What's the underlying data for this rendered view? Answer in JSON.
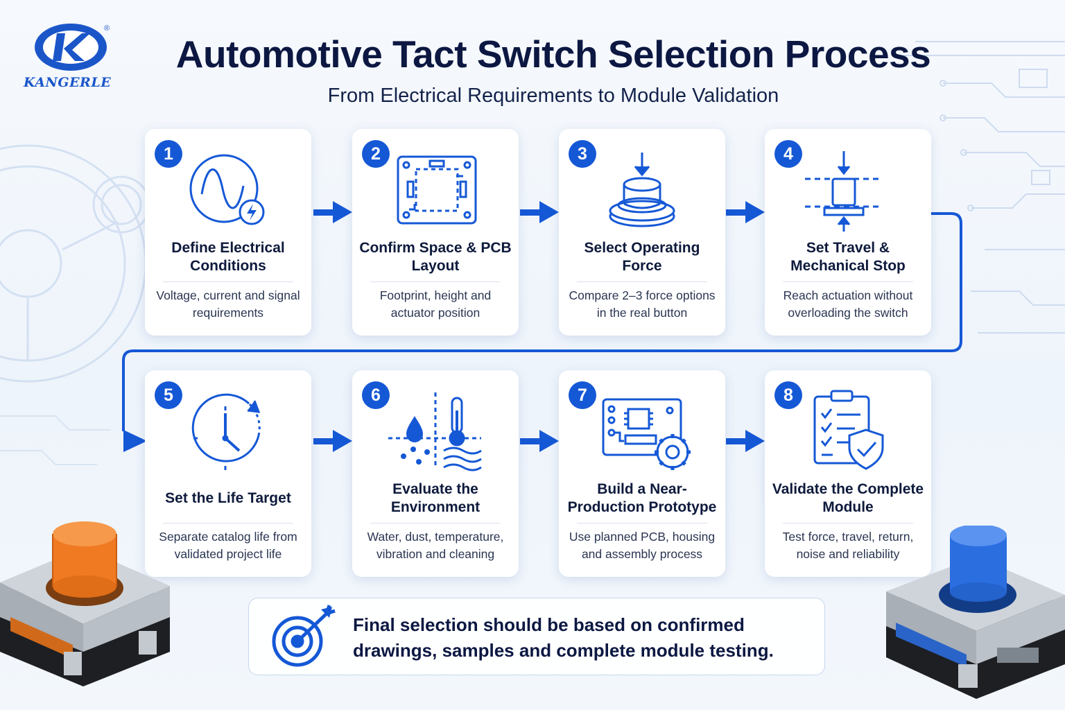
{
  "brand": {
    "name": "KANGERLE",
    "logo_mark": "KL monogram",
    "registered_mark": "®",
    "color": "#1b56c9"
  },
  "header": {
    "title": "Automotive Tact Switch Selection Process",
    "subtitle": "From Electrical Requirements to Module Validation"
  },
  "colors": {
    "accent": "#1558d6",
    "title": "#0c1842",
    "card": "#ffffff",
    "orange_cap": "#f07a22",
    "blue_cap": "#2a6ee0"
  },
  "steps": [
    {
      "number": "1",
      "title": "Define Electrical Conditions",
      "description": "Voltage, current and signal requirements",
      "icon": "sine-wave-lightning-icon"
    },
    {
      "number": "2",
      "title": "Confirm Space & PCB Layout",
      "description": "Footprint, height and actuator position",
      "icon": "pcb-layout-icon"
    },
    {
      "number": "3",
      "title": "Select Operating Force",
      "description": "Compare 2–3 force options in the real button",
      "icon": "press-button-icon"
    },
    {
      "number": "4",
      "title": "Set Travel & Mechanical Stop",
      "description": "Reach actuation without overloading the switch",
      "icon": "travel-stop-icon"
    },
    {
      "number": "5",
      "title": "Set the Life Target",
      "description": "Separate catalog life from validated project life",
      "icon": "clock-icon"
    },
    {
      "number": "6",
      "title": "Evaluate the Environment",
      "description": "Water, dust, temperature, vibration and cleaning",
      "icon": "environment-icon"
    },
    {
      "number": "7",
      "title": "Build a Near-Production Prototype",
      "description": "Use planned PCB, housing and assembly process",
      "icon": "circuit-board-gear-icon"
    },
    {
      "number": "8",
      "title": "Validate the Complete Module",
      "description": "Test force, travel, return, noise and reliability",
      "icon": "checklist-shield-icon"
    }
  ],
  "note": {
    "text": "Final selection should be based on confirmed drawings, samples and complete module testing.",
    "icon": "target-arrow-icon"
  }
}
